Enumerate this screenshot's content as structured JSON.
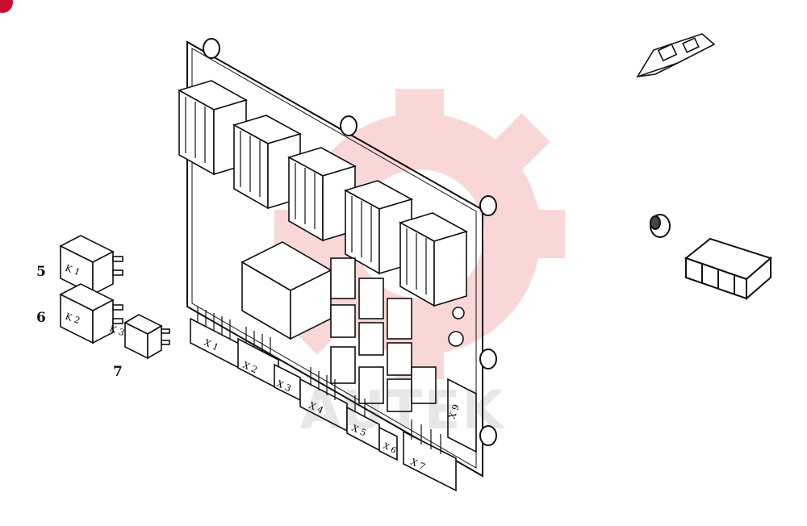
{
  "callouts": {
    "c5": "5",
    "c6": "6",
    "c7": "7"
  },
  "relays": {
    "k1": "K 1",
    "k2": "K 2",
    "k3": "K 3"
  },
  "connectors": {
    "x1": "X 1",
    "x2": "X 2",
    "x3": "X 3",
    "x4": "X 4",
    "x5": "X 5",
    "x6": "X 6",
    "x7": "X 7",
    "x9": "X 9"
  },
  "watermark": "AUTEK",
  "colors": {
    "line": "#111111",
    "watermark_gear": "#f6b8b8",
    "badge": "#c8102e"
  }
}
